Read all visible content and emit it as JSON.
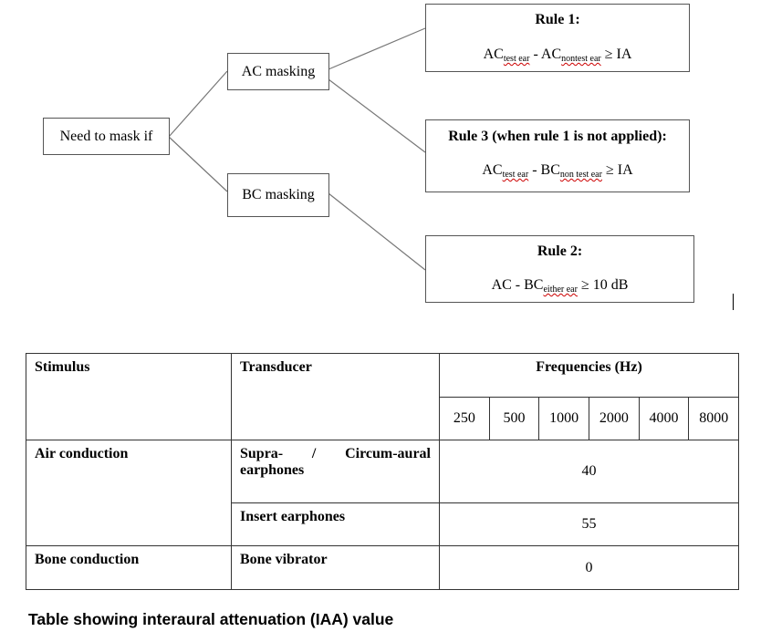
{
  "flowchart": {
    "root": "Need to mask if",
    "ac_node": "AC masking",
    "bc_node": "BC masking",
    "rule1": {
      "title": "Rule 1:",
      "a": "AC",
      "a_sub": "test ear",
      "op": " - ",
      "b": "AC",
      "b_sub": "nontest ear",
      "rel": " ≥ IA"
    },
    "rule3": {
      "title": "Rule 3 (when rule 1 is not applied):",
      "a": "AC",
      "a_sub": "test ear",
      "op": " - ",
      "b": "BC",
      "b_sub": "non test ear",
      "rel": " ≥ IA"
    },
    "rule2": {
      "title": "Rule 2:",
      "a": "AC - BC",
      "a_sub": "either ear",
      "rel": " ≥ 10 dB"
    }
  },
  "table": {
    "col_stimulus": "Stimulus",
    "col_transducer": "Transducer",
    "col_frequencies": "Frequencies (Hz)",
    "frequencies": [
      "250",
      "500",
      "1000",
      "2000",
      "4000",
      "8000"
    ],
    "rows": [
      {
        "stimulus": "Air conduction",
        "transducer": "Supra- / Circum-aural earphones",
        "value": "40"
      },
      {
        "stimulus": "",
        "transducer": "Insert earphones",
        "value": "55"
      },
      {
        "stimulus": "Bone conduction",
        "transducer": "Bone vibrator",
        "value": "0"
      }
    ]
  },
  "caption": "Table showing interaural attenuation (IAA) value"
}
